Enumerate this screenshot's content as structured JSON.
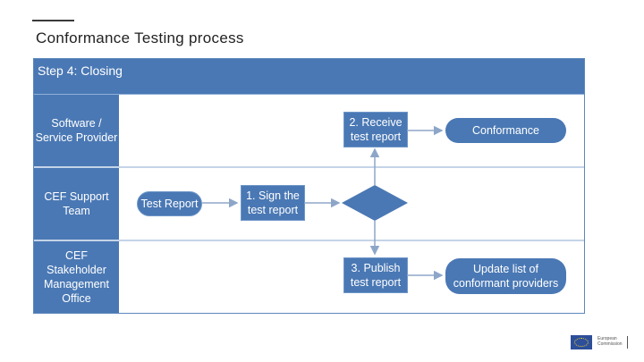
{
  "slide": {
    "title": "Conformance Testing process"
  },
  "diagram": {
    "header": "Step 4: Closing",
    "lanes": [
      {
        "label": "Software / Service Provider"
      },
      {
        "label": "CEF Support Team"
      },
      {
        "label": "CEF Stakeholder Management Office"
      }
    ],
    "nodes": {
      "receive": "2. Receive test report",
      "conformance": "Conformance",
      "test_report": "Test Report",
      "sign": "1. Sign the test report",
      "publish": "3. Publish test report",
      "update": "Update list of conformant providers"
    }
  },
  "logo": {
    "text": "European Commission"
  },
  "colors": {
    "primary_blue": "#4a78b4",
    "lane_separator": "#c5d4e8",
    "arrow": "#8da6c8"
  }
}
